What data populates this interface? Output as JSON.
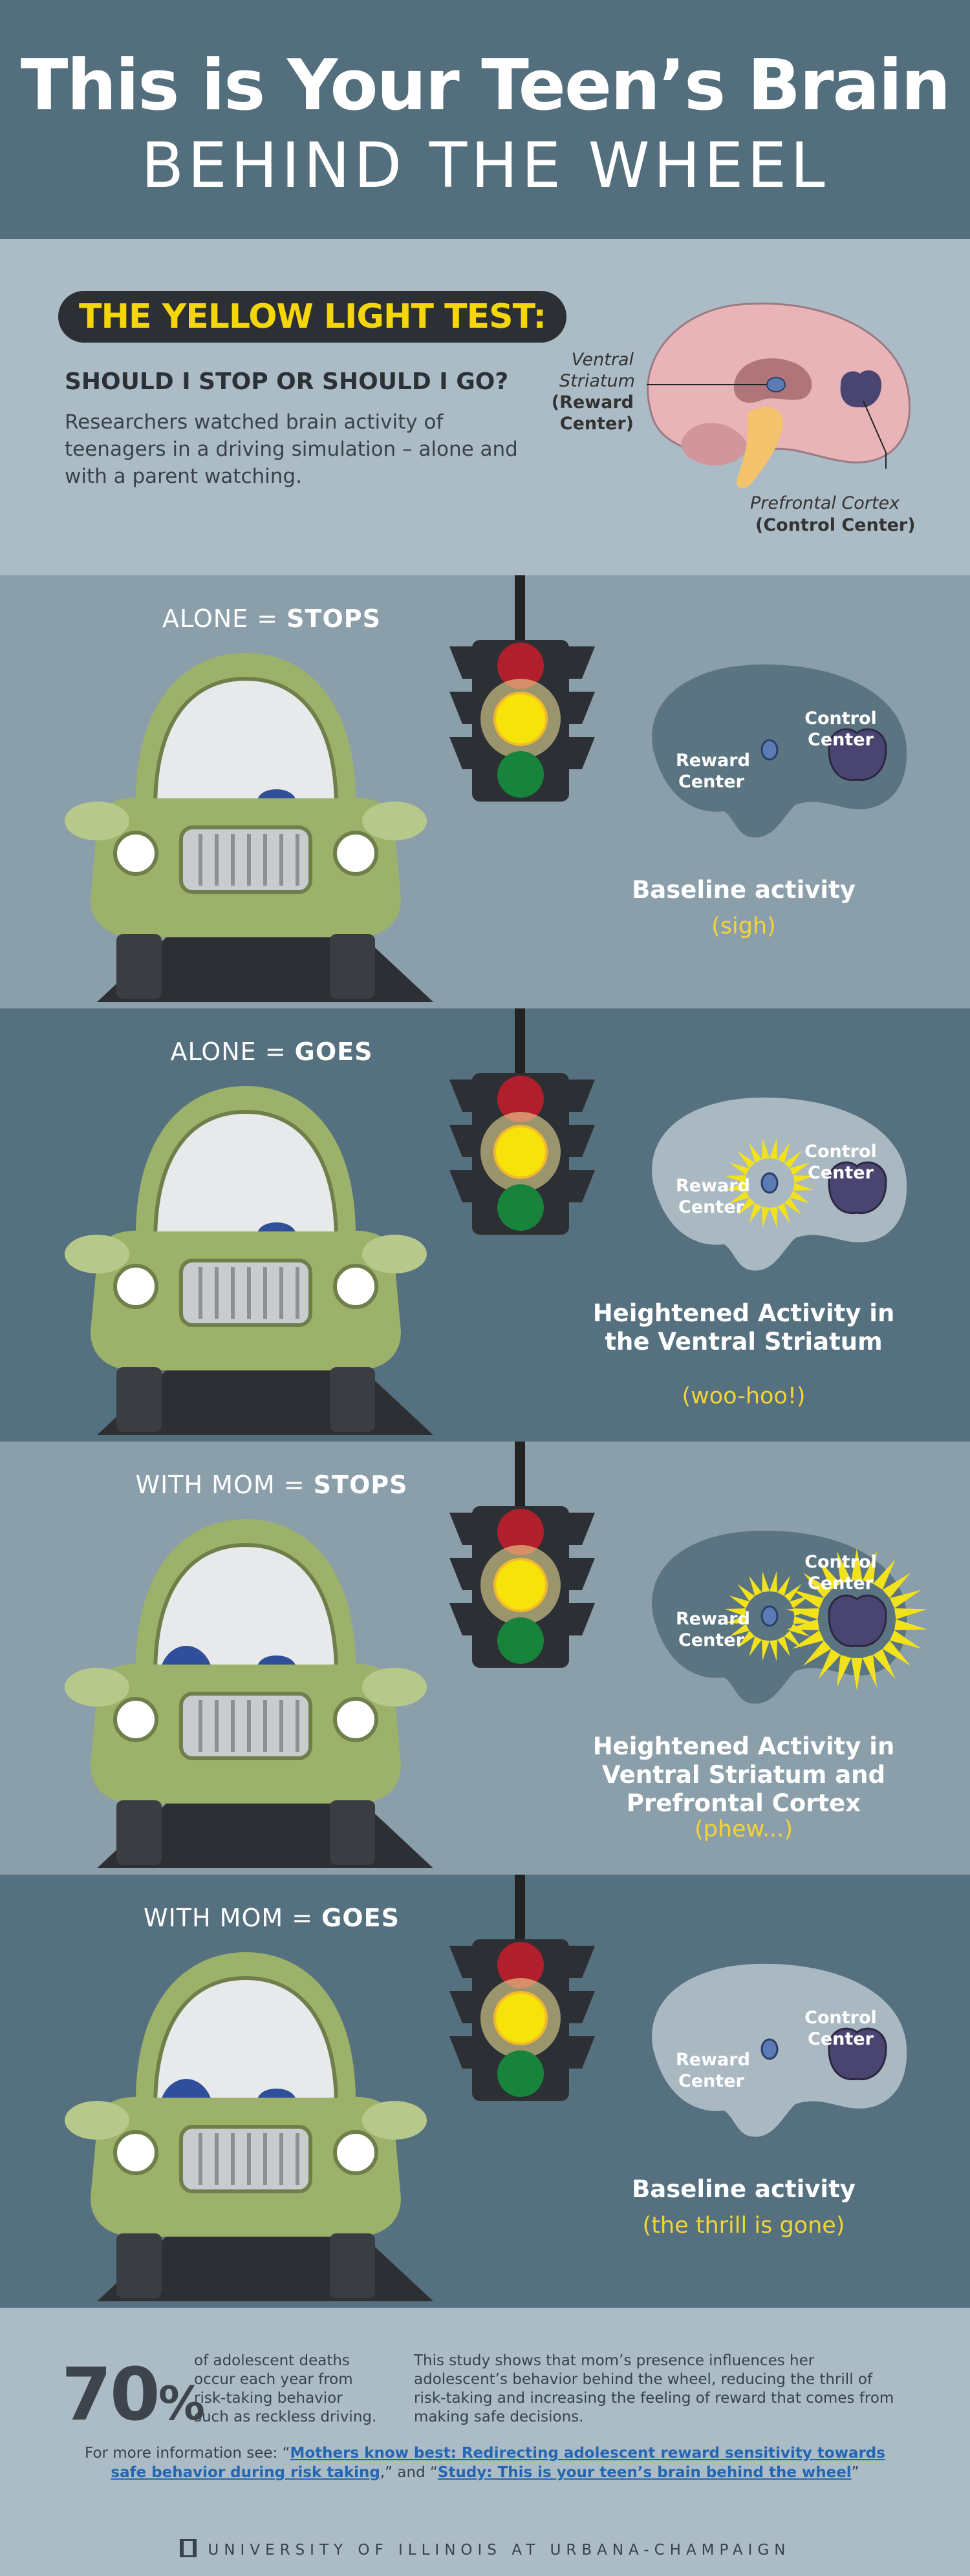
{
  "header": {
    "title_line1": "This is Your Teen’s Brain",
    "title_line2": "BEHIND THE WHEEL"
  },
  "intro": {
    "badge": "THE YELLOW LIGHT TEST:",
    "question": "SHOULD I STOP OR SHOULD I GO?",
    "description": "Researchers watched brain activity of teenagers in a driving simulation – alone and with a parent watching.",
    "label_ventral_1": "Ventral",
    "label_ventral_2": "Striatum",
    "label_reward": "(Reward",
    "label_reward_2": "Center)",
    "label_prefrontal": "Prefrontal Cortex",
    "label_control": "(Control Center)"
  },
  "scenes": [
    {
      "title_prefix": "ALONE = ",
      "title_action": "STOPS",
      "reward_label": "Reward Center",
      "control_label": "Control Center",
      "caption": "Baseline activity",
      "reaction": "(sigh)"
    },
    {
      "title_prefix": "ALONE = ",
      "title_action": "GOES",
      "reward_label": "Reward Center",
      "control_label": "Control Center",
      "caption": "Heightened Activity in the Ventral Striatum",
      "reaction": "(woo-hoo!)"
    },
    {
      "title_prefix": "WITH MOM = ",
      "title_action": "STOPS",
      "reward_label": "Reward Center",
      "control_label": "Control Center",
      "caption": "Heightened Activity in Ventral Striatum and Prefrontal Cortex",
      "reaction": "(phew...)"
    },
    {
      "title_prefix": "WITH MOM = ",
      "title_action": "GOES",
      "reward_label": "Reward Center",
      "control_label": "Control Center",
      "caption": "Baseline activity",
      "reaction": "(the thrill is gone)"
    }
  ],
  "footer": {
    "percent_number": "70",
    "percent_sign": "%",
    "stat_text": "of adolescent deaths occur each year from risk-taking behavior such as reckless driving.",
    "study_text": "This study shows that mom’s presence influences her adolescent’s behavior behind the wheel, reducing the thrill of risk-taking and increasing the feeling of reward that comes from making safe decisions.",
    "more_prefix": "For more information see: “",
    "link1": "Mothers know best: Redirecting adolescent reward sensitivity towards safe behavior during risk taking",
    "more_mid": ",” and “",
    "link2": "Study: This is your teen’s brain behind the wheel",
    "more_suffix": "”",
    "university": "UNIVERSITY OF ILLINOIS AT URBANA-CHAMPAIGN"
  },
  "colors": {
    "header_bg": "#536e7c",
    "intro_bg": "#acbcc6",
    "scene_light": "#8b9fab",
    "scene_dark": "#55707e",
    "accent_yellow": "#f2d437",
    "car_green": "#9cb26a",
    "reward_blue": "#5a7bb5",
    "control_purple": "#4a4570"
  }
}
